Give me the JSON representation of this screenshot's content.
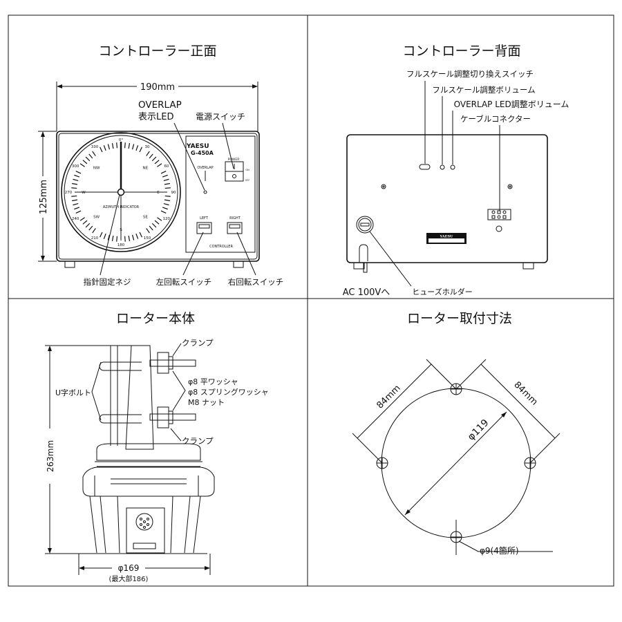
{
  "panels": {
    "front": {
      "title": "コントローラー正面",
      "width_dim": "190mm",
      "height_dim": "125mm",
      "overlap_led_label_1": "OVERLAP",
      "overlap_led_label_2": "表示LED",
      "power_switch_label": "電源スイッチ",
      "pointer_screw_label": "指針固定ネジ",
      "left_switch_label": "左回転スイッチ",
      "right_switch_label": "右回転スイッチ",
      "brand": "YAESU",
      "model": "G-450A",
      "panel_overlap": "OVERLAP",
      "panel_power": "POWER",
      "panel_on": "ON",
      "panel_off": "OFF",
      "panel_left": "LEFT",
      "panel_right": "RIGHT",
      "panel_controller": "CONTROLLER",
      "dial_caption": "AZIMUTH INDICATOR",
      "dial_degrees": [
        "0°",
        "30",
        "60",
        "90",
        "120",
        "150",
        "180",
        "210",
        "240",
        "270",
        "300",
        "330"
      ],
      "dial_dirs": [
        "NE",
        "E",
        "SE",
        "S",
        "SW",
        "W",
        "NW"
      ]
    },
    "rear": {
      "title": "コントローラー背面",
      "fullscale_switch_label": "フルスケール調整切り換えスイッチ",
      "fullscale_volume_label": "フルスケール調整ボリューム",
      "overlap_volume_label": "OVERLAP LED調整ボリューム",
      "cable_connector_label": "ケーブルコネクター",
      "ac_label": "AC 100Vへ",
      "fuse_holder_label": "ヒューズホルダー",
      "plate_brand": "YAESU"
    },
    "rotor": {
      "title": "ローター本体",
      "clamp_top": "クランプ",
      "clamp_bottom": "クランプ",
      "washer_flat": "φ8  平ワッシャ",
      "washer_spring": "φ8  スプリングワッシャ",
      "nut": "M8  ナット",
      "u_bolt": "U字ボルト",
      "height_dim": "263mm",
      "diameter_dim": "φ169",
      "max_dim": "(最大部186)"
    },
    "mount": {
      "title": "ローター取付寸法",
      "spacing_left": "84mm",
      "spacing_right": "84mm",
      "circle_dim": "φ119",
      "hole_dim": "φ9(4箇所)"
    }
  }
}
